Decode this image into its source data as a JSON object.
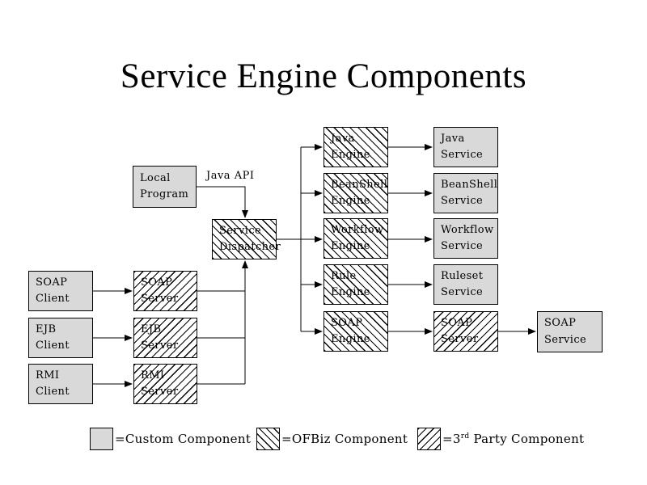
{
  "title": "Service Engine Components",
  "colors": {
    "background": "#ffffff",
    "line": "#000000",
    "custom_fill": "#d9d9d9"
  },
  "nodes": [
    {
      "id": "local-program",
      "lines": [
        "Local",
        "Program"
      ],
      "type": "custom"
    },
    {
      "id": "service-dispatcher",
      "lines": [
        "Service",
        "Dispatcher"
      ],
      "type": "ofbiz"
    },
    {
      "id": "java-engine",
      "lines": [
        "Java",
        "Engine"
      ],
      "type": "ofbiz"
    },
    {
      "id": "beanshell-engine",
      "lines": [
        "BeanShell",
        "Engine"
      ],
      "type": "ofbiz"
    },
    {
      "id": "workflow-engine",
      "lines": [
        "Workflow",
        "Engine"
      ],
      "type": "ofbiz"
    },
    {
      "id": "rule-engine",
      "lines": [
        "Rule",
        "Engine"
      ],
      "type": "ofbiz"
    },
    {
      "id": "soap-engine",
      "lines": [
        "SOAP",
        "Engine"
      ],
      "type": "ofbiz"
    },
    {
      "id": "java-service",
      "lines": [
        "Java",
        "Service"
      ],
      "type": "custom"
    },
    {
      "id": "beanshell-service",
      "lines": [
        "BeanShell",
        "Service"
      ],
      "type": "custom"
    },
    {
      "id": "workflow-service",
      "lines": [
        "Workflow",
        "Service"
      ],
      "type": "custom"
    },
    {
      "id": "ruleset-service",
      "lines": [
        "Ruleset",
        "Service"
      ],
      "type": "custom"
    },
    {
      "id": "soap-server-right",
      "lines": [
        "SOAP",
        "Server"
      ],
      "type": "thirdparty"
    },
    {
      "id": "soap-service",
      "lines": [
        "SOAP",
        "Service"
      ],
      "type": "custom"
    },
    {
      "id": "soap-client",
      "lines": [
        "SOAP",
        "Client"
      ],
      "type": "custom"
    },
    {
      "id": "ejb-client",
      "lines": [
        "EJB",
        "Client"
      ],
      "type": "custom"
    },
    {
      "id": "rmi-client",
      "lines": [
        "RMI",
        "Client"
      ],
      "type": "custom"
    },
    {
      "id": "soap-server-left",
      "lines": [
        "SOAP",
        "Server"
      ],
      "type": "thirdparty"
    },
    {
      "id": "ejb-server",
      "lines": [
        "EJB",
        "Server"
      ],
      "type": "thirdparty"
    },
    {
      "id": "rmi-server",
      "lines": [
        "RMI",
        "Server"
      ],
      "type": "thirdparty"
    }
  ],
  "edges": [
    {
      "from": "local-program",
      "to": "service-dispatcher",
      "label": "Java API"
    },
    {
      "from": "soap-client",
      "to": "soap-server-left"
    },
    {
      "from": "ejb-client",
      "to": "ejb-server"
    },
    {
      "from": "rmi-client",
      "to": "rmi-server"
    },
    {
      "from": "soap-server-left",
      "to": "service-dispatcher"
    },
    {
      "from": "ejb-server",
      "to": "service-dispatcher"
    },
    {
      "from": "rmi-server",
      "to": "service-dispatcher"
    },
    {
      "from": "service-dispatcher",
      "to": "java-engine"
    },
    {
      "from": "service-dispatcher",
      "to": "beanshell-engine"
    },
    {
      "from": "service-dispatcher",
      "to": "workflow-engine"
    },
    {
      "from": "service-dispatcher",
      "to": "rule-engine"
    },
    {
      "from": "service-dispatcher",
      "to": "soap-engine"
    },
    {
      "from": "java-engine",
      "to": "java-service"
    },
    {
      "from": "beanshell-engine",
      "to": "beanshell-service"
    },
    {
      "from": "workflow-engine",
      "to": "workflow-service"
    },
    {
      "from": "rule-engine",
      "to": "ruleset-service"
    },
    {
      "from": "soap-engine",
      "to": "soap-server-right"
    },
    {
      "from": "soap-server-right",
      "to": "soap-service"
    }
  ],
  "legend": [
    {
      "type": "custom",
      "parts": [
        {
          "t": "=Custom Component"
        }
      ]
    },
    {
      "type": "ofbiz",
      "parts": [
        {
          "t": "=OFBiz Component"
        }
      ]
    },
    {
      "type": "thirdparty",
      "parts": [
        {
          "t": "=3"
        },
        {
          "t": "rd",
          "sup": true
        },
        {
          "t": " Party Component"
        }
      ]
    }
  ]
}
